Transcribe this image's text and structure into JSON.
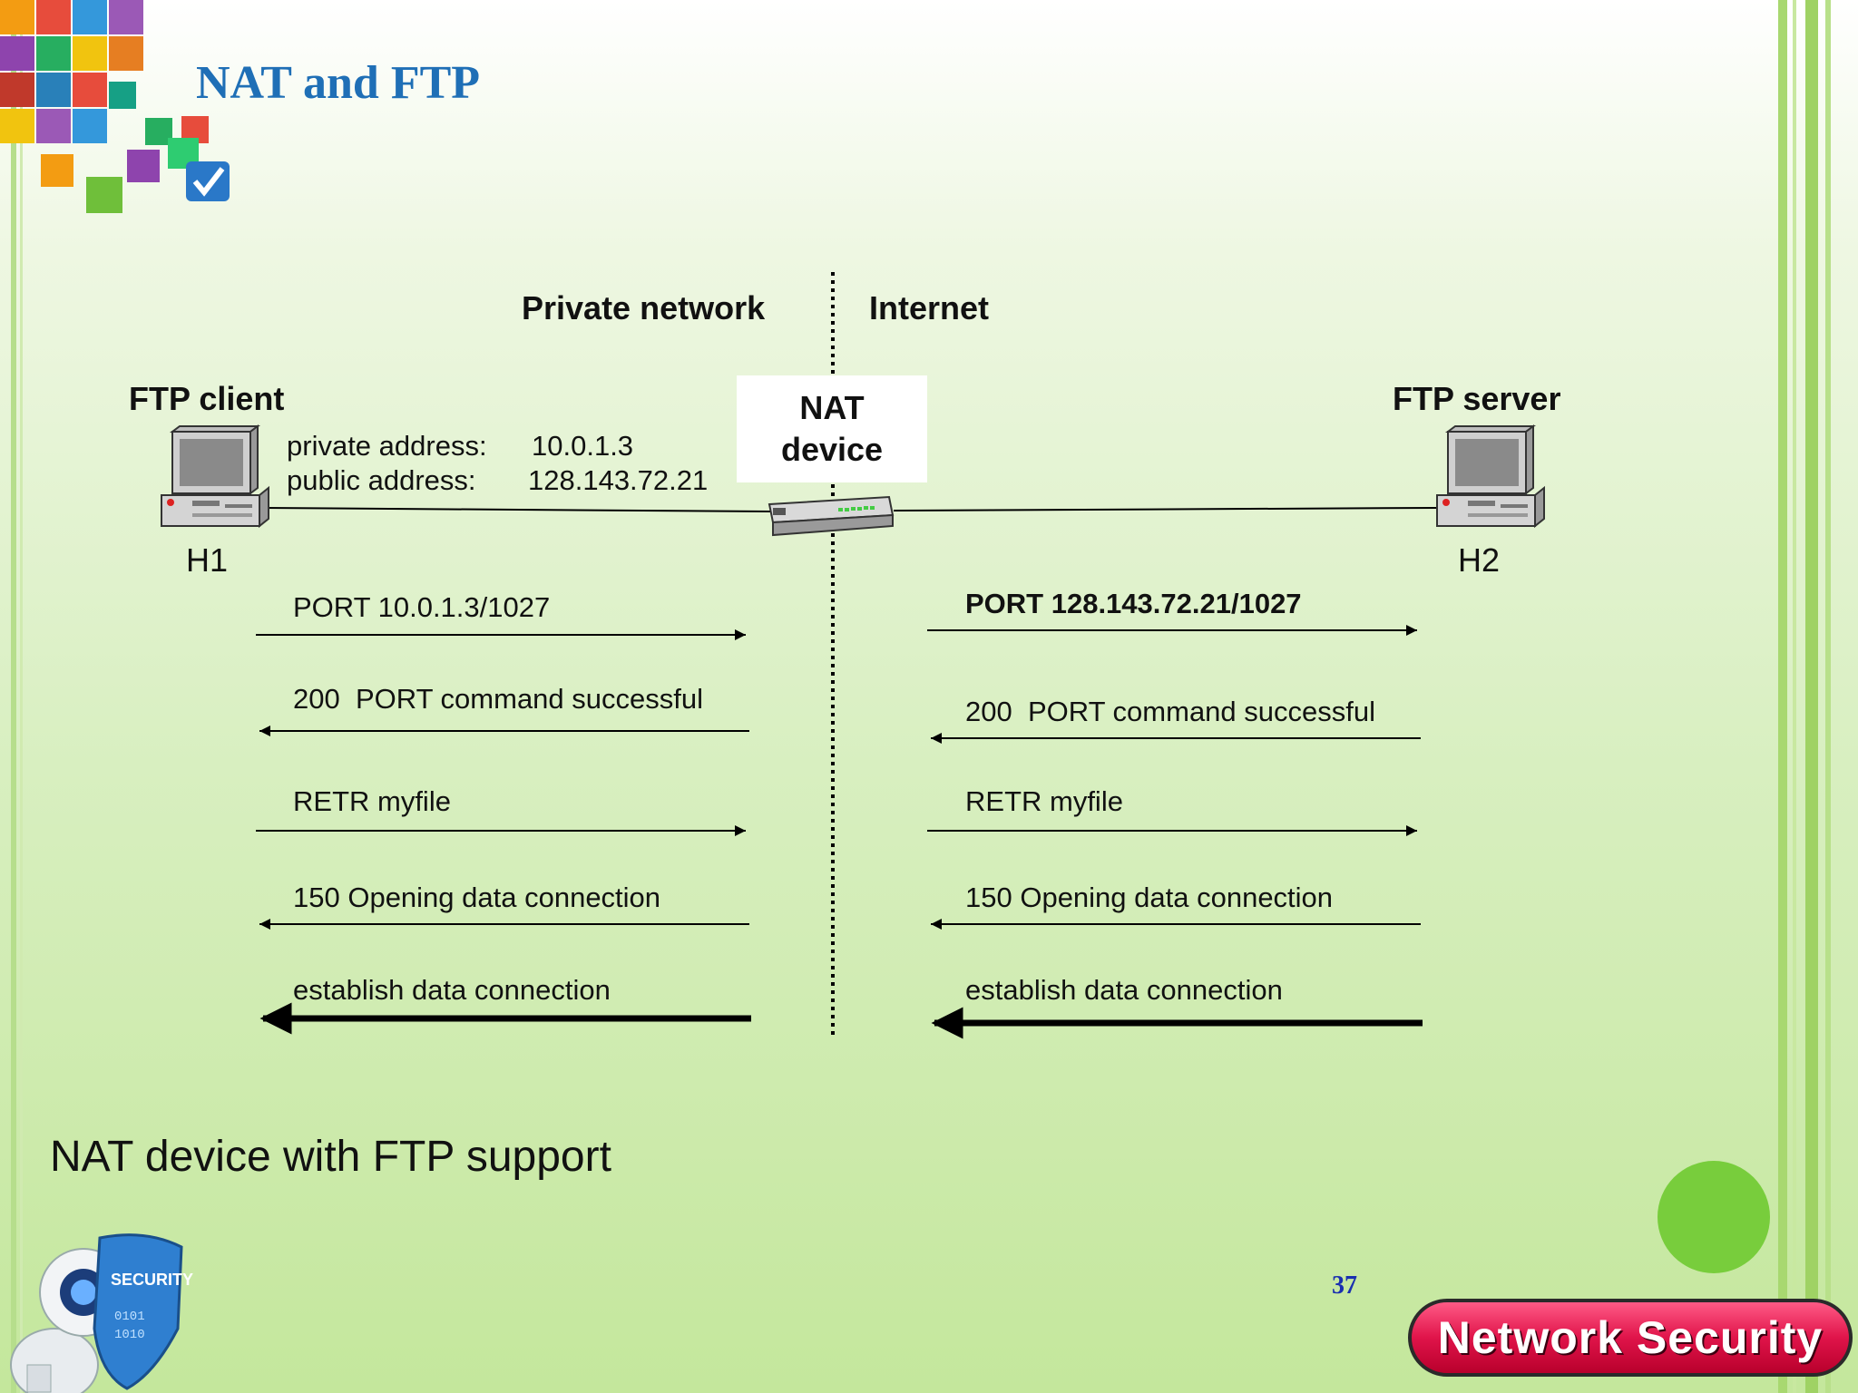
{
  "slide": {
    "title": "NAT and FTP",
    "caption": "NAT device with FTP support",
    "page_number": "37",
    "brand": "Network Security",
    "accent_color": "#1f6fb6",
    "brand_color": "#e0144a"
  },
  "diagram": {
    "zone_left": "Private network",
    "zone_right": "Internet",
    "client_label": "FTP client",
    "server_label": "FTP server",
    "nat_label_1": "NAT",
    "nat_label_2": "device",
    "private_address_label": "private address:",
    "private_address_value": "10.0.1.3",
    "public_address_label": "public address:",
    "public_address_value": "128.143.72.21",
    "host_left": "H1",
    "host_right": "H2",
    "left_messages": [
      {
        "text": "PORT 10.0.1.3/1027",
        "direction": "right",
        "bold": false
      },
      {
        "text": "200  PORT command successful",
        "direction": "left",
        "bold": false
      },
      {
        "text": "RETR myfile",
        "direction": "right",
        "bold": false
      },
      {
        "text": "150 Opening data connection",
        "direction": "left",
        "bold": false
      },
      {
        "text": "establish data connection",
        "direction": "left",
        "bold": false,
        "thick": true
      }
    ],
    "right_messages": [
      {
        "text": "PORT 128.143.72.21/1027",
        "direction": "right",
        "bold": true
      },
      {
        "text": "200  PORT command successful",
        "direction": "left",
        "bold": false
      },
      {
        "text": "RETR myfile",
        "direction": "right",
        "bold": false
      },
      {
        "text": "150 Opening data connection",
        "direction": "left",
        "bold": false
      },
      {
        "text": "establish data connection",
        "direction": "left",
        "bold": false,
        "thick": true
      }
    ]
  }
}
